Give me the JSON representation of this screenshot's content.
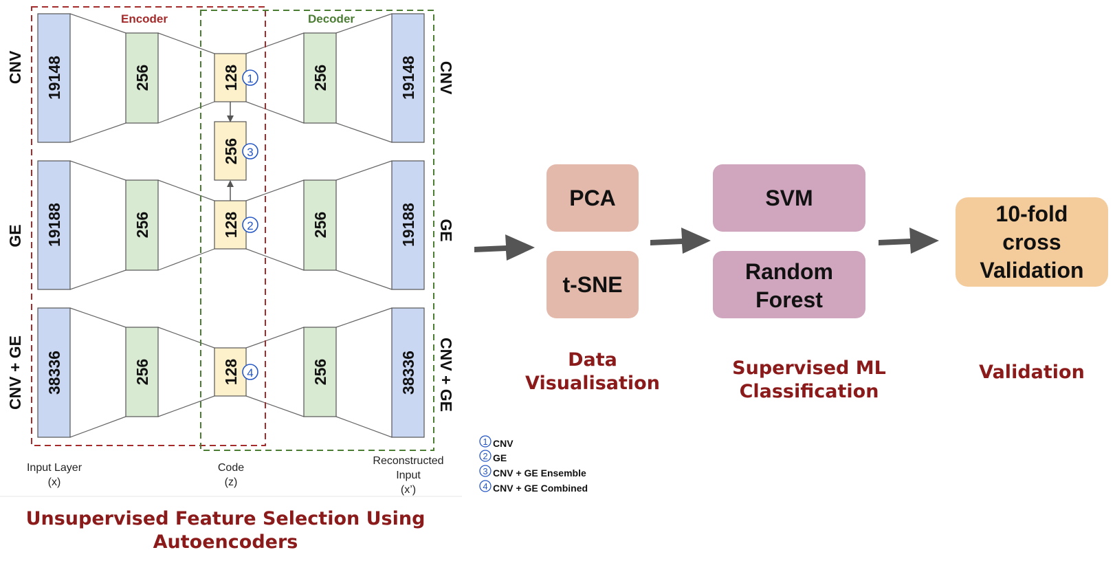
{
  "autoencoder": {
    "encoder_label": "Encoder",
    "decoder_label": "Decoder",
    "rows": [
      {
        "name": "CNV",
        "input": "19148",
        "hidden": "256",
        "code": "128",
        "badge": "1"
      },
      {
        "name": "GE",
        "input": "19188",
        "hidden": "256",
        "code": "128",
        "badge": "2"
      },
      {
        "name": "CNV + GE",
        "input": "38336",
        "hidden": "256",
        "code": "128",
        "badge": "4"
      }
    ],
    "ensemble": {
      "value": "256",
      "badge": "3"
    },
    "bottom_labels": {
      "input_line1": "Input Layer",
      "input_line2": "(x)",
      "code_line1": "Code",
      "code_line2": "(z)",
      "recon_line1": "Reconstructed",
      "recon_line2": "Input",
      "recon_line3": "(x’)"
    },
    "section_title_line1": "Unsupervised Feature Selection Using",
    "section_title_line2": "Autoencoders"
  },
  "legend": [
    {
      "badge": "1",
      "label": "CNV"
    },
    {
      "badge": "2",
      "label": "GE"
    },
    {
      "badge": "3",
      "label": "CNV + GE Ensemble"
    },
    {
      "badge": "4",
      "label": "CNV + GE Combined"
    }
  ],
  "pipeline": {
    "visualisation": {
      "box1": "PCA",
      "box2": "t-SNE",
      "caption_line1": "Data",
      "caption_line2": "Visualisation"
    },
    "classification": {
      "box1": "SVM",
      "box2_line1": "Random",
      "box2_line2": "Forest",
      "caption_line1": "Supervised ML",
      "caption_line2": "Classification"
    },
    "validation": {
      "box_line1": "10-fold",
      "box_line2": "cross",
      "box_line3": "Validation",
      "caption": "Validation"
    }
  },
  "colors": {
    "input_layer": "#c9d7f2",
    "hidden_layer": "#d9ead3",
    "code_layer": "#fdf1cc",
    "encoder_border": "#a52a2a",
    "decoder_border": "#4a7d32",
    "badge": "#2457c5",
    "title": "#8b1a1a",
    "vis_box": "#e3b9ac",
    "clf_box": "#cfa6bd",
    "val_box": "#f4cb9b",
    "arrow": "#555555"
  }
}
